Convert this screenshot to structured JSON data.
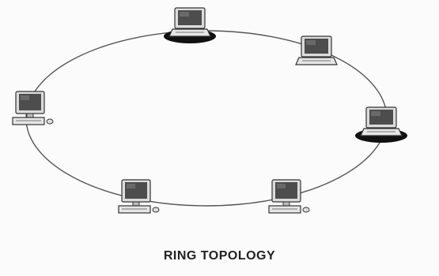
{
  "diagram": {
    "caption": "RING TOPOLOGY",
    "ring_color": "#555555",
    "nodes": [
      {
        "name": "node-top",
        "base": true,
        "type": "laptop"
      },
      {
        "name": "node-upper-right",
        "base": false,
        "type": "laptop"
      },
      {
        "name": "node-right",
        "base": true,
        "type": "laptop"
      },
      {
        "name": "node-bottom-right",
        "base": false,
        "type": "desktop"
      },
      {
        "name": "node-bottom-left",
        "base": false,
        "type": "desktop"
      },
      {
        "name": "node-left",
        "base": false,
        "type": "desktop"
      }
    ]
  }
}
